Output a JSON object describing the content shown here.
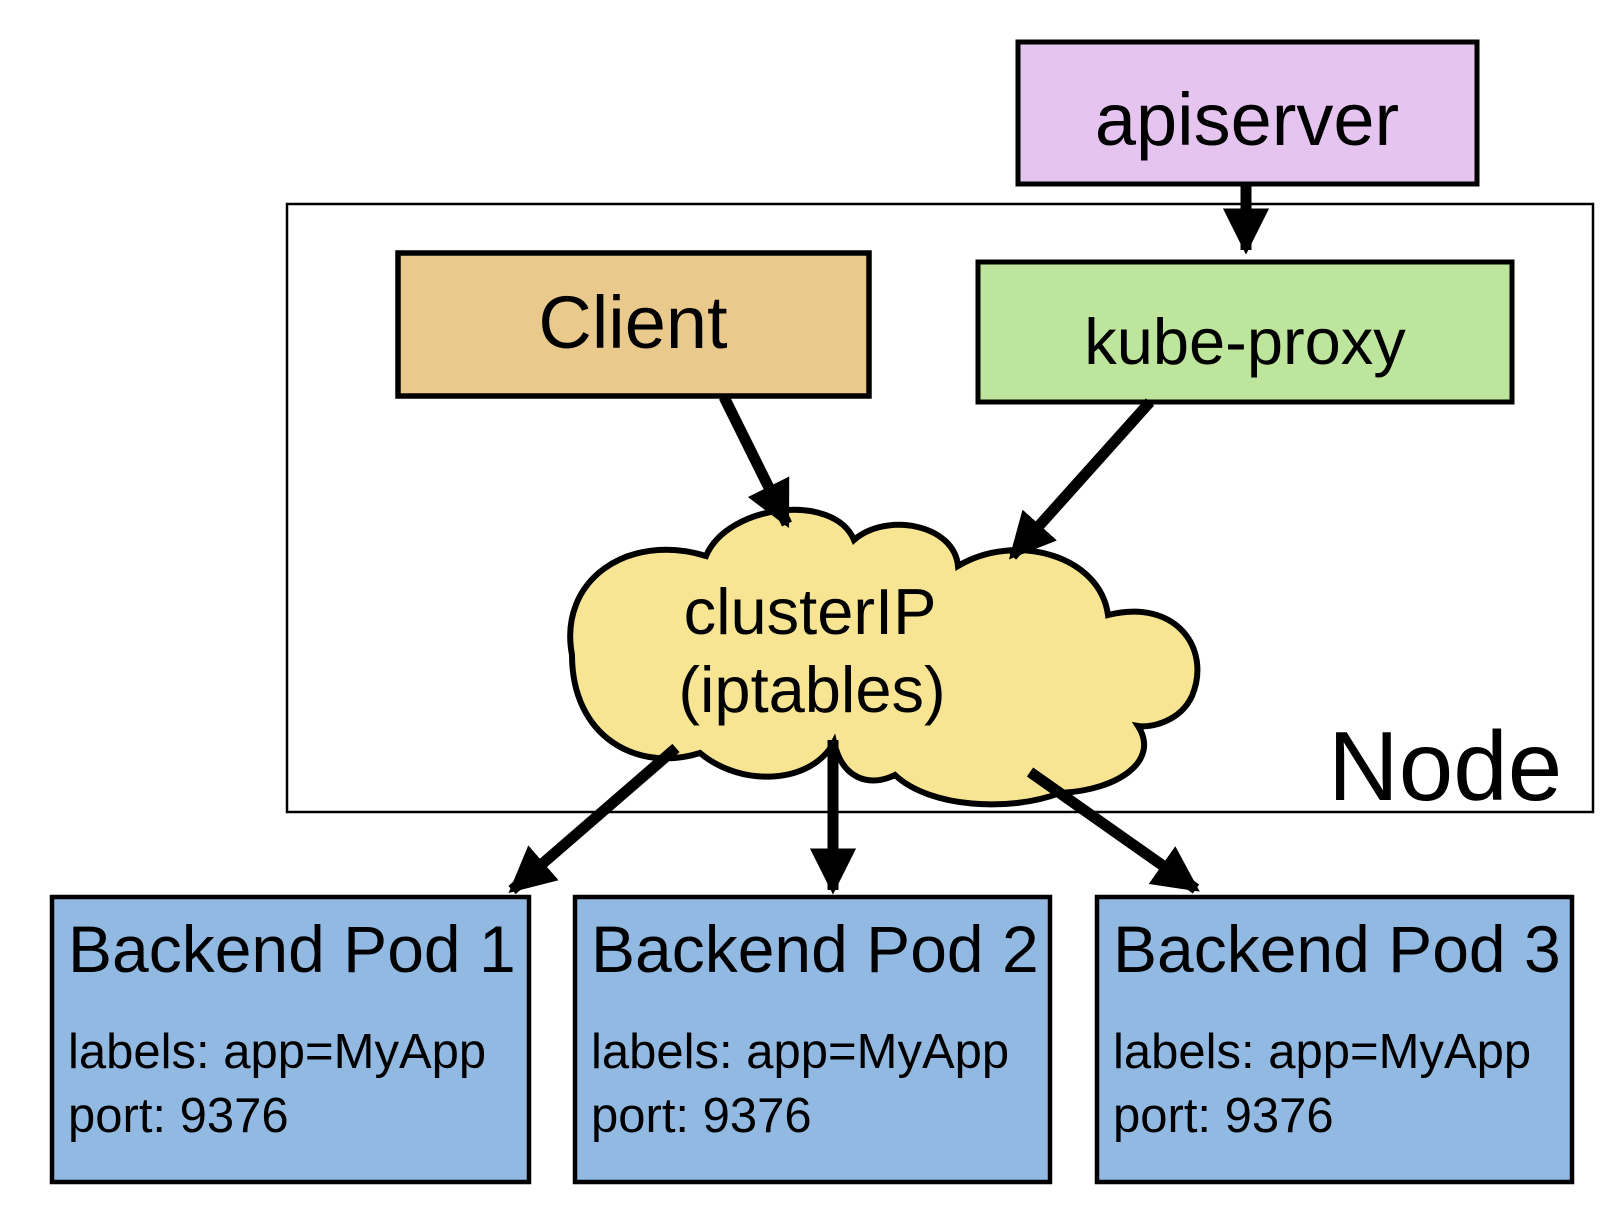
{
  "diagram": {
    "apiserver": {
      "label": "apiserver",
      "fill": "#e5c4f0"
    },
    "client": {
      "label": "Client",
      "fill": "#e9ca8c"
    },
    "kube_proxy": {
      "label": "kube-proxy",
      "fill": "#bde59b"
    },
    "cluster_ip": {
      "line1": "clusterIP",
      "line2": "(iptables)",
      "fill": "#f7e593"
    },
    "node": {
      "label": "Node"
    },
    "pods": [
      {
        "title": "Backend Pod 1",
        "labels": "labels: app=MyApp",
        "port": "port: 9376",
        "fill": "#92b9e2"
      },
      {
        "title": "Backend Pod 2",
        "labels": "labels: app=MyApp",
        "port": "port: 9376",
        "fill": "#92b9e2"
      },
      {
        "title": "Backend Pod 3",
        "labels": "labels: app=MyApp",
        "port": "port: 9376",
        "fill": "#92b9e2"
      }
    ],
    "colors": {
      "stroke": "#000000",
      "background": "#ffffff"
    }
  }
}
